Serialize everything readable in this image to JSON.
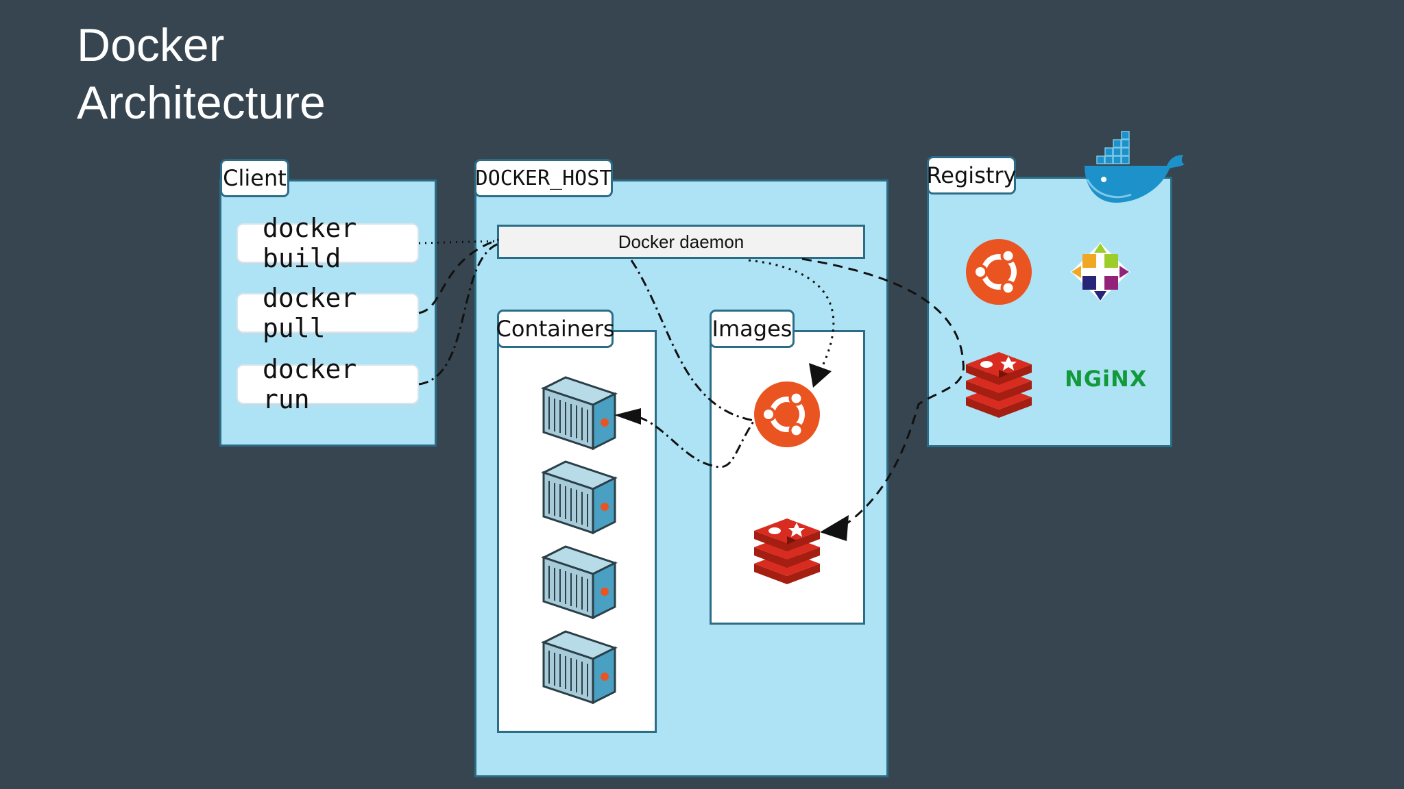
{
  "title": {
    "line1": "Docker",
    "line2": "Architecture"
  },
  "client": {
    "label": "Client",
    "commands": [
      "docker build",
      "docker pull",
      "docker run"
    ]
  },
  "docker_host": {
    "label": "DOCKER_HOST",
    "daemon": "Docker daemon",
    "containers_label": "Containers",
    "images_label": "Images"
  },
  "registry": {
    "label": "Registry",
    "nginx": "NGiNX"
  },
  "colors": {
    "background": "#36454f",
    "panel": "#aee3f6",
    "panel_border": "#2b6c86",
    "ubuntu": "#e95420",
    "redis": "#d82c20",
    "nginx": "#129a3a",
    "docker_blue": "#1d91c9"
  },
  "icons": [
    "ubuntu-icon",
    "centos-icon",
    "redis-icon",
    "nginx-logo",
    "docker-whale-icon",
    "container-icon"
  ]
}
